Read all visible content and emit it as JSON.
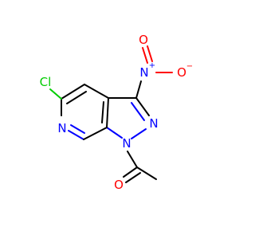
{
  "molecule": {
    "atoms": {
      "nitro_n": {
        "symbol": "N",
        "charge": "+"
      },
      "nitro_o_right": {
        "symbol": "O",
        "charge": "−"
      },
      "nitro_o_top": {
        "symbol": "O"
      },
      "chlorine": {
        "symbol": "Cl"
      },
      "pyridine_n": {
        "symbol": "N"
      },
      "pyrazole_n2": {
        "symbol": "N"
      },
      "pyrazole_n1": {
        "symbol": "N"
      },
      "carbonyl_o": {
        "symbol": "O"
      }
    },
    "colors": {
      "carbon": "#000000",
      "nitrogen": "#0000FF",
      "oxygen": "#FF0000",
      "chlorine": "#00CC00"
    }
  }
}
